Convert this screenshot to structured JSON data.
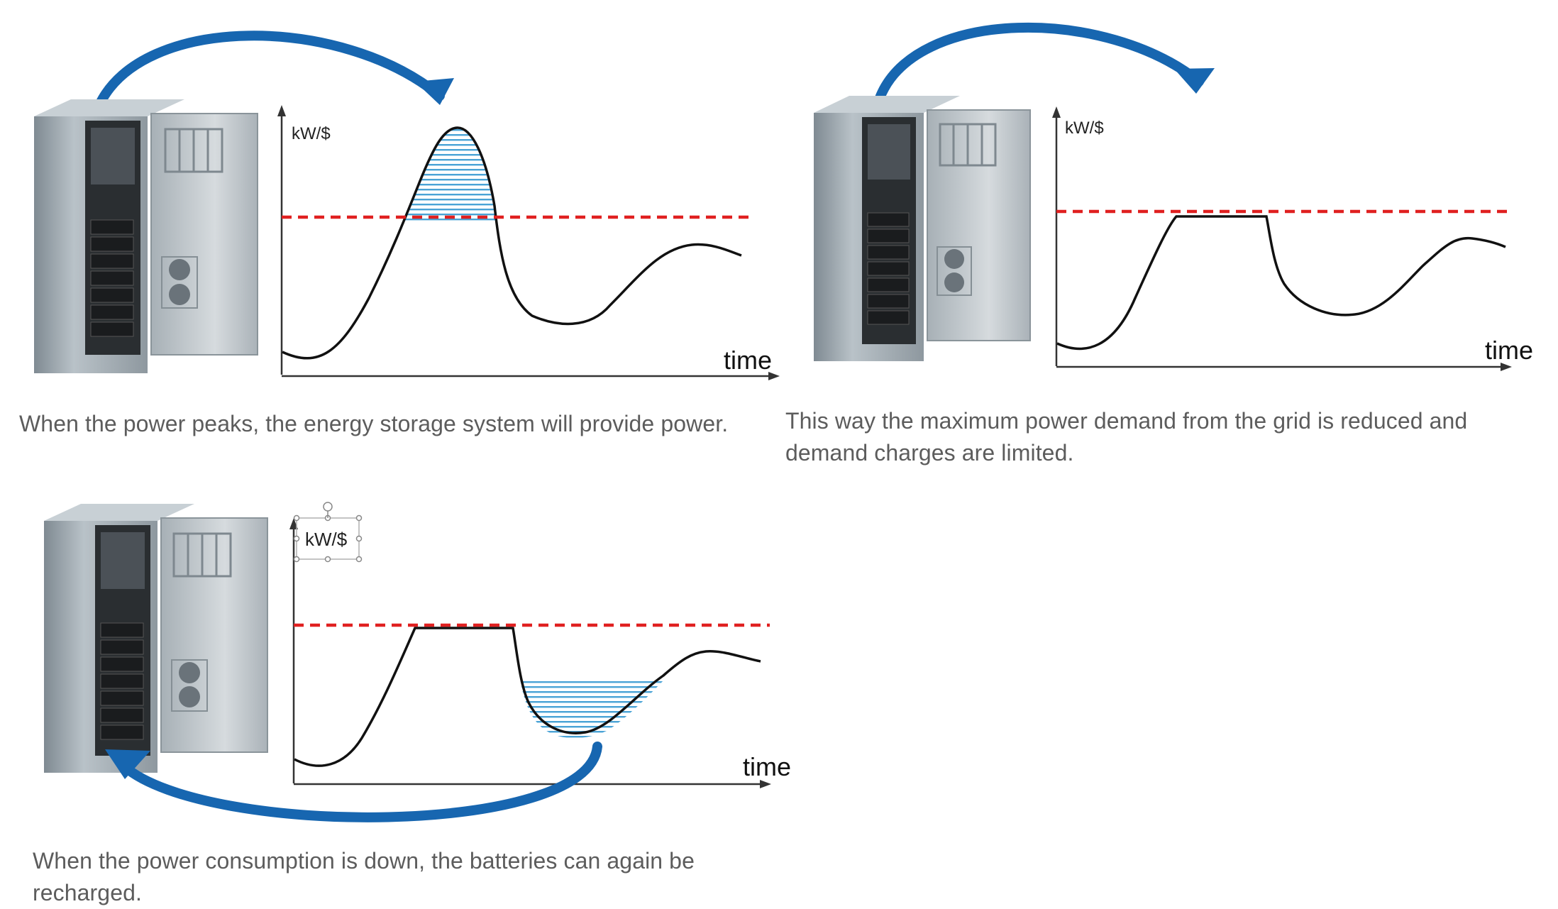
{
  "colors": {
    "curve": "#111111",
    "threshold": "#e02020",
    "shading": "#4aa3d6",
    "arrow": "#1766b0",
    "caption": "#5c5c5c",
    "cabinet": "#9ca6ad"
  },
  "icons": [
    "energy-storage-cabinet-icon",
    "curved-arrow-icon"
  ],
  "panels": [
    {
      "axis_label_y": "kW/$",
      "axis_label_x": "time",
      "caption": "When the power peaks, the energy storage system will provide power.",
      "shaded_region": "above-threshold"
    },
    {
      "axis_label_y": "kW/$",
      "axis_label_x": "time",
      "caption": "This way the maximum power demand from the grid is reduced and demand charges are limited.",
      "shaded_region": "none"
    },
    {
      "axis_label_y": "kW/$",
      "axis_label_x": "time",
      "caption": "When the power consumption is down, the batteries can again be recharged.",
      "shaded_region": "below-curve-in-trough"
    }
  ]
}
